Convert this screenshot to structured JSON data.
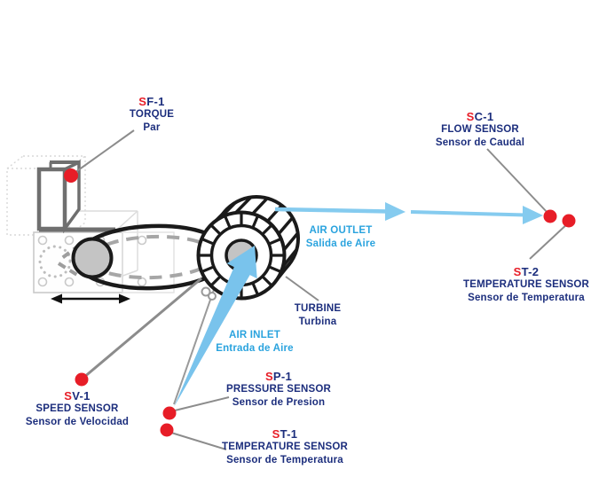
{
  "colors": {
    "label_navy": "#1C2E7D",
    "sensor_red": "#E71D27",
    "flow_text_blue": "#2AA3DE",
    "arrow_blue": "#85CBEF",
    "inlet_arrow_blue": "#79C3EC",
    "leader_gray": "#8C8C8C"
  },
  "sensors": [
    {
      "id": "SF-1",
      "prefix": "S",
      "code": "F-1",
      "name": "TORQUE",
      "name_es": "Par"
    },
    {
      "id": "SC-1",
      "prefix": "S",
      "code": "C-1",
      "name": "FLOW SENSOR",
      "name_es": "Sensor de Caudal"
    },
    {
      "id": "ST-2",
      "prefix": "S",
      "code": "T-2",
      "name": "TEMPERATURE SENSOR",
      "name_es": "Sensor de Temperatura"
    },
    {
      "id": "SV-1",
      "prefix": "S",
      "code": "V-1",
      "name": "SPEED SENSOR",
      "name_es": "Sensor de Velocidad"
    },
    {
      "id": "SP-1",
      "prefix": "S",
      "code": "P-1",
      "name": "PRESSURE SENSOR",
      "name_es": "Sensor de Presion"
    },
    {
      "id": "ST-1",
      "prefix": "S",
      "code": "T-1",
      "name": "TEMPERATURE SENSOR",
      "name_es": "Sensor de Temperatura"
    }
  ],
  "flow_labels": [
    {
      "id": "air-outlet",
      "line1": "AIR OUTLET",
      "line2": "Salida de Aire"
    },
    {
      "id": "air-inlet",
      "line1": "AIR INLET",
      "line2": "Entrada de Aire"
    }
  ],
  "components": [
    {
      "id": "turbine",
      "line1": "TURBINE",
      "line2": "Turbina"
    }
  ]
}
